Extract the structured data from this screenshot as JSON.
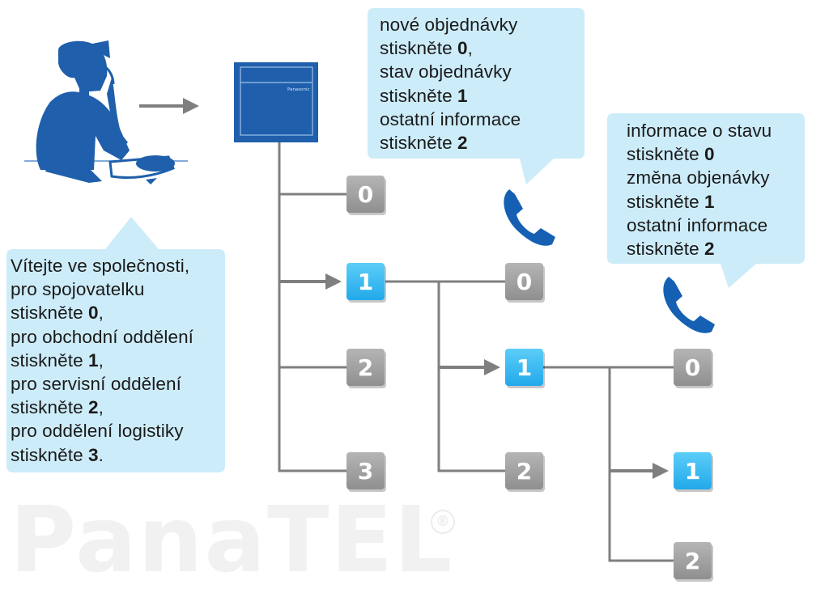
{
  "bubbles": {
    "main": [
      {
        "t": "Vítejte ve společnosti,"
      },
      {
        "t": "pro spojovatelku"
      },
      {
        "t": "stiskněte ",
        "b": "0",
        "s": ","
      },
      {
        "t": "pro obchodní oddělení"
      },
      {
        "t": "stiskněte ",
        "b": "1",
        "s": ","
      },
      {
        "t": "pro servisní oddělení"
      },
      {
        "t": "stiskněte ",
        "b": "2",
        "s": ","
      },
      {
        "t": "pro oddělení logistiky"
      },
      {
        "t": "stiskněte ",
        "b": "3",
        "s": "."
      }
    ],
    "sales": [
      {
        "t": "nové objednávky"
      },
      {
        "t": "stiskněte ",
        "b": "0",
        "s": ","
      },
      {
        "t": "stav objednávky"
      },
      {
        "t": "stiskněte ",
        "b": "1"
      },
      {
        "t": "ostatní informace"
      },
      {
        "t": "stiskněte ",
        "b": "2"
      }
    ],
    "order": [
      {
        "t": "informace o stavu"
      },
      {
        "t": "stiskněte ",
        "b": "0"
      },
      {
        "t": "změna objenávky"
      },
      {
        "t": "stiskněte ",
        "b": "1"
      },
      {
        "t": "ostatní informace"
      },
      {
        "t": "stiskněte ",
        "b": "2"
      }
    ]
  },
  "keys": {
    "l1_0": "0",
    "l1_1": "1",
    "l1_2": "2",
    "l1_3": "3",
    "l2_0": "0",
    "l2_1": "1",
    "l2_2": "2",
    "l3_0": "0",
    "l3_1": "1",
    "l3_2": "2"
  },
  "pbx_brand": "Panasonic",
  "watermark": {
    "text": "PanaTEL",
    "mark": "®"
  },
  "colors": {
    "bubble": "#cdecf9",
    "figure": "#1f5fab",
    "handset": "#1560b3",
    "line": "#7f7f7f",
    "key_grey": "#9a9a9a",
    "key_blue": "#3dbcf2"
  },
  "icons": [
    "operator-figure",
    "pbx-device",
    "phone-handset-icon",
    "arrow-right-icon"
  ]
}
